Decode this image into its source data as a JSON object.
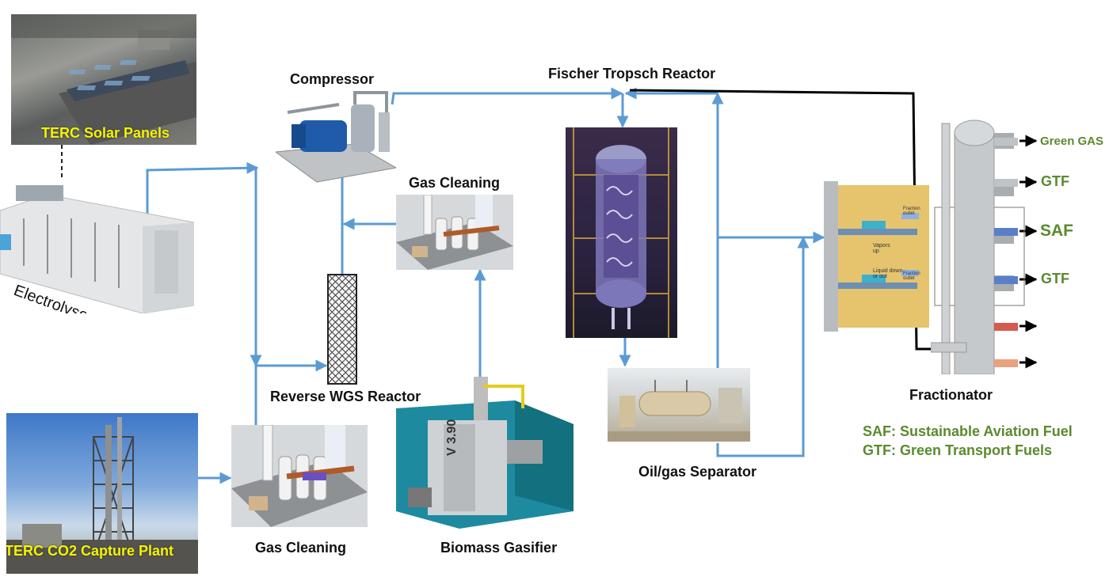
{
  "labels": {
    "compressor": "Compressor",
    "fischer_tropsch": "Fischer Tropsch Reactor",
    "gas_cleaning_top": "Gas Cleaning",
    "gas_cleaning_bottom": "Gas Cleaning",
    "electrolyser": "Electrolyser",
    "reverse_wgs": "Reverse WGS Reactor",
    "biomass_gasifier": "Biomass Gasifier",
    "oil_gas_separator": "Oil/gas Separator",
    "fractionator": "Fractionator",
    "solar_panels": "TERC Solar Panels",
    "co2_capture": "TERC CO2 Capture Plant",
    "gasifier_badge": "V 3.90"
  },
  "products": {
    "green_gas": "Green GAS",
    "gtf_1": "GTF",
    "saf": "SAF",
    "gtf_2": "GTF"
  },
  "fractionator_tray": {
    "fraction_out_1": "Fraction outlet",
    "vapors": "Vapors up",
    "liquid": "Liquid down or out",
    "fraction_out_2": "Fraction outlet"
  },
  "legend": {
    "saf": "SAF: Sustainable Aviation Fuel",
    "gtf": "GTF: Green Transport Fuels"
  },
  "colors": {
    "flow_line": "#5b9bd5",
    "product_line": "#000000",
    "legend_text": "#5a8a2e",
    "photo_label": "#f4f400"
  }
}
